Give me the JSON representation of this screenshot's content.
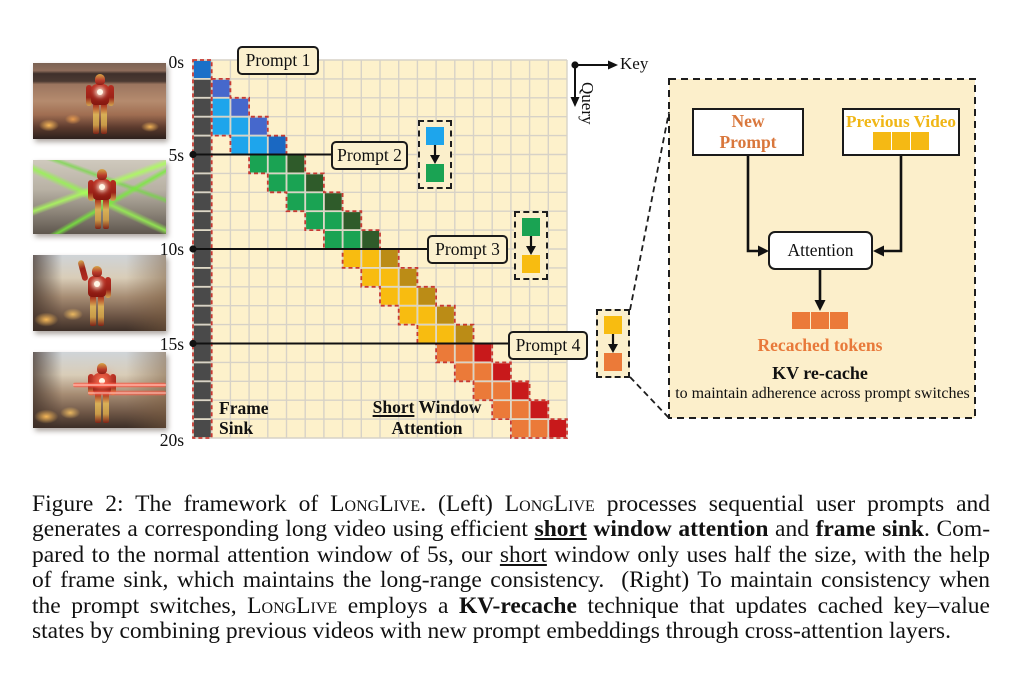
{
  "figure": {
    "timestamps": [
      "0s",
      "5s",
      "10s",
      "15s",
      "20s"
    ],
    "prompts": [
      "Prompt 1",
      "Prompt 2",
      "Prompt 3",
      "Prompt 4"
    ],
    "axis": {
      "key_label": "Key",
      "query_label": "Query"
    },
    "frame_sink_label": [
      "Frame",
      "Sink"
    ],
    "short_window_label": {
      "underlined": "Short",
      "rest": " Window",
      "second_line": "Attention"
    },
    "video_frames": [
      {
        "time": "0s",
        "icon": "video-frame-thumbnail"
      },
      {
        "time": "5s",
        "icon": "video-frame-thumbnail"
      },
      {
        "time": "10s",
        "icon": "video-frame-thumbnail"
      },
      {
        "time": "15s",
        "icon": "video-frame-thumbnail"
      }
    ],
    "attention_matrix": {
      "frames": 20,
      "window_size": 3,
      "sink_frames": 1,
      "colors": {
        "background": "#FDF1CB",
        "grid_line": "#D7D2C7",
        "sink": "#4A4A4A",
        "outline": "#C73A33"
      },
      "segments": [
        {
          "prompt": "Prompt 1",
          "rows": [
            0,
            4
          ],
          "window_color": "#1EA5EC",
          "current_color": "#4668CC"
        },
        {
          "prompt": "Prompt 2",
          "rows": [
            5,
            9
          ],
          "window_color": "#1AA353",
          "current_color": "#2F5B2A"
        },
        {
          "prompt": "Prompt 3",
          "rows": [
            10,
            14
          ],
          "window_color": "#F8BC10",
          "current_color": "#BB8C16"
        },
        {
          "prompt": "Prompt 4",
          "rows": [
            15,
            19
          ],
          "window_color": "#EB7A39",
          "current_color": "#C8191B"
        }
      ],
      "overrides": [
        {
          "row": 0,
          "col": 0,
          "color": "#1B70C8"
        },
        {
          "row": 4,
          "col": 4,
          "color": "#1A68C2"
        }
      ]
    },
    "transitions": [
      {
        "from": "#1EA5EC",
        "to": "#1AA353"
      },
      {
        "from": "#1AA353",
        "to": "#F8BC10"
      },
      {
        "from": "#F8BC10",
        "to": "#EB7A39"
      }
    ],
    "kv_recache": {
      "new_prompt": [
        "New",
        "Prompt"
      ],
      "previous_video": "Previous Video",
      "attention": "Attention",
      "recached_tokens": "Recached tokens",
      "title": "KV re-cache",
      "subtitle": "to maintain adherence across prompt switches",
      "colors": {
        "panel_background": "#FCEFCB",
        "new_prompt_text": "#D9773C",
        "previous_video_text": "#F0B616",
        "previous_video_token": "#F5B914",
        "recached_token": "#EB7A39",
        "recached_text": "#E8793A"
      }
    }
  },
  "caption": {
    "lines": [
      [
        "Figure 2: The framework of ",
        "LongLive",
        ". (Left) ",
        "LongLive",
        " processes sequential user prompts and"
      ],
      [
        "generates a corresponding long video using efficient ",
        "short",
        " window attention",
        " and ",
        "frame sink",
        ". Com-"
      ],
      [
        "pared to the normal attention window of 5s, our ",
        "short",
        " window only uses half the size, with the help"
      ],
      [
        "of frame sink, which maintains the long-range consistency.  (Right) To maintain consistency when"
      ],
      [
        "the prompt switches, ",
        "LongLive",
        " employs a ",
        "KV-recache",
        " technique that updates cached key–value"
      ],
      [
        "states by combining previous videos with new prompt embeddings through cross-attention layers."
      ]
    ]
  }
}
